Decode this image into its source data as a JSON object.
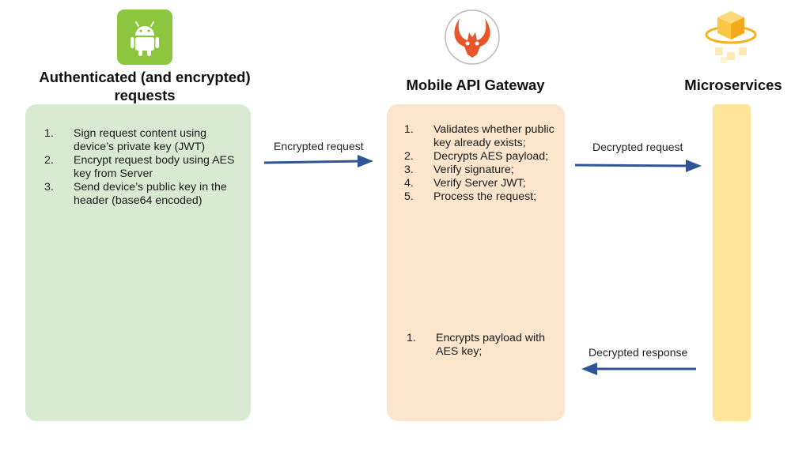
{
  "client": {
    "icon": "android-icon",
    "title": "Authenticated (and encrypted) requests",
    "steps": [
      {
        "n": "1.",
        "text": "Sign request content using device’s private key (JWT)"
      },
      {
        "n": "2.",
        "text": "Encrypt request body using AES key from Server"
      },
      {
        "n": "3.",
        "text": "Send device’s public key in the header (base64 encoded)"
      }
    ]
  },
  "gateway": {
    "icon": "gateway-logo-icon",
    "title": "Mobile API Gateway",
    "request_steps": [
      {
        "n": "1.",
        "text": "Validates whether public key already exists;"
      },
      {
        "n": "2.",
        "text": "Decrypts AES payload;"
      },
      {
        "n": "3.",
        "text": "Verify signature;"
      },
      {
        "n": "4.",
        "text": "Verify Server JWT;"
      },
      {
        "n": "5.",
        "text": "Process the request;"
      }
    ],
    "response_steps": [
      {
        "n": "1.",
        "text": "Encrypts payload with AES key;"
      }
    ]
  },
  "services": {
    "icon": "microservices-icon",
    "title": "Microservices"
  },
  "edges": {
    "client_to_gateway": "Encrypted request",
    "gateway_to_services": "Decrypted request",
    "services_to_gateway": "Decrypted response"
  },
  "colors": {
    "client_panel": "#d9ead3",
    "gateway_panel": "#fce5cd",
    "services_bar": "#ffe599",
    "arrow": "#2f5597",
    "android_green": "#8cc63f",
    "gateway_orange": "#e8552b"
  }
}
